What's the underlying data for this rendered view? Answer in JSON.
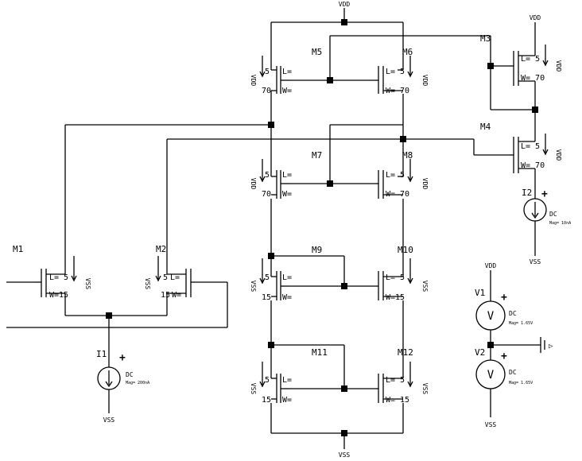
{
  "rails": {
    "vdd": "VDD",
    "vss": "VSS"
  },
  "transistors": [
    {
      "name": "M1"
    },
    {
      "name": "M2"
    },
    {
      "name": "M3"
    },
    {
      "name": "M4"
    },
    {
      "name": "M5"
    },
    {
      "name": "M6"
    },
    {
      "name": "M7"
    },
    {
      "name": "M8"
    },
    {
      "name": "M9"
    },
    {
      "name": "M10"
    },
    {
      "name": "M11"
    },
    {
      "name": "M12"
    }
  ],
  "dims": {
    "L": "L=",
    "W": "W=",
    "l5": "5",
    "w15": "15",
    "w70": "70",
    "l5eq": "L= 5",
    "w70eq": "W= 70",
    "w15eq": "W=15"
  },
  "sources": [
    {
      "name": "I1",
      "kind": "DC",
      "value": "Mag= 200nA"
    },
    {
      "name": "I2",
      "kind": "DC",
      "value": "Mag= 10nA"
    },
    {
      "name": "V1",
      "kind": "DC",
      "value": "Mag= 1.65V"
    },
    {
      "name": "V2",
      "kind": "DC",
      "value": "Mag= 1.65V"
    }
  ],
  "symbols": {
    "V": "V",
    "plus": "+",
    "ground": "▷"
  }
}
